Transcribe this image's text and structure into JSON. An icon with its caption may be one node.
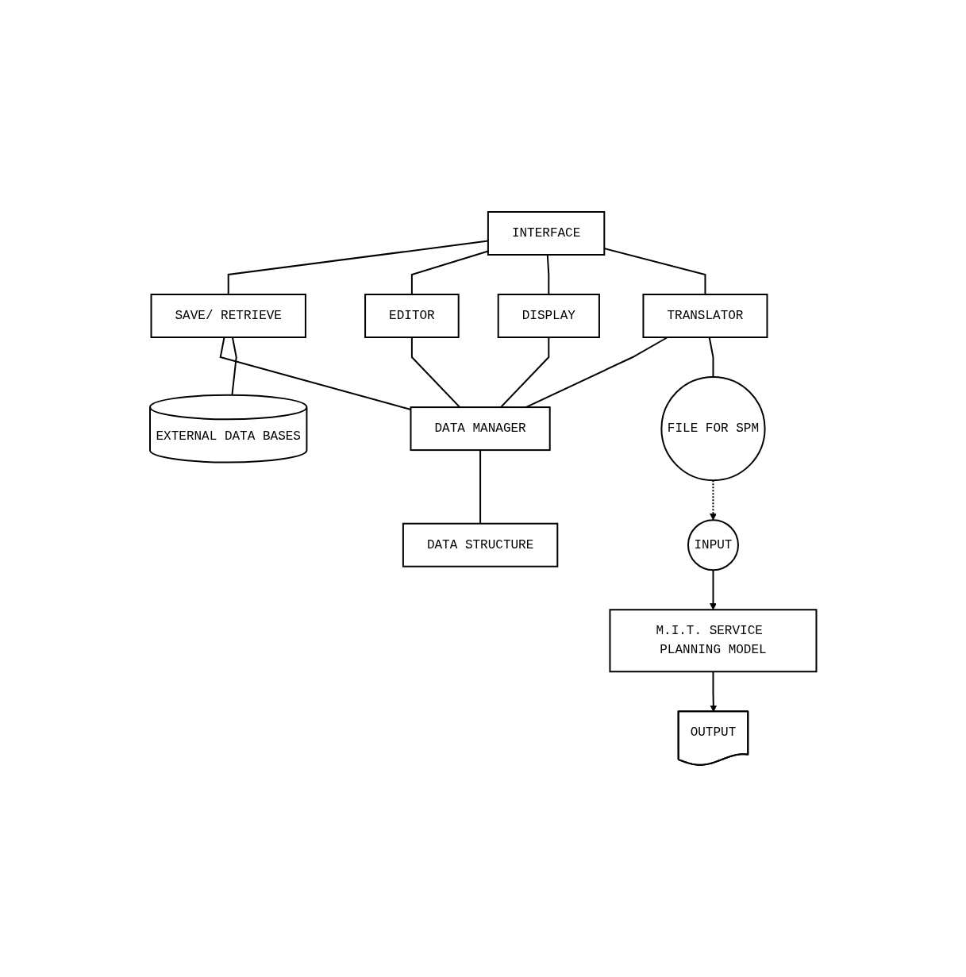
{
  "diagram": {
    "nodes": [
      {
        "text": [
          "INTERFACE"
        ]
      },
      {
        "text": [
          "SAVE/ RETRIEVE"
        ]
      },
      {
        "text": [
          "EDITOR"
        ]
      },
      {
        "text": [
          "DISPLAY"
        ]
      },
      {
        "text": [
          "TRANSLATOR"
        ]
      },
      {
        "text": [
          "DATA MANAGER"
        ]
      },
      {
        "text": [
          "DATA STRUCTURE"
        ]
      },
      {
        "text": [
          "EXTERNAL DATA BASES"
        ]
      },
      {
        "text": [
          "FILE FOR SPM"
        ]
      },
      {
        "text": [
          "INPUT"
        ]
      },
      {
        "text": [
          "M.I.T. SERVICE PLANNING MODEL"
        ]
      },
      {
        "text": [
          "OUTPUT"
        ]
      }
    ],
    "edges": [
      {
        "from": 0,
        "to": 1,
        "arrow": "none"
      },
      {
        "from": 0,
        "to": 2,
        "arrow": "none"
      },
      {
        "from": 0,
        "to": 3,
        "arrow": "none"
      },
      {
        "from": 0,
        "to": 4,
        "arrow": "none"
      },
      {
        "from": 1,
        "to": 5,
        "arrow": "none"
      },
      {
        "from": 2,
        "to": 5,
        "arrow": "none"
      },
      {
        "from": 3,
        "to": 5,
        "arrow": "none"
      },
      {
        "from": 4,
        "to": 5,
        "arrow": "none"
      },
      {
        "from": 5,
        "to": 6,
        "arrow": "none"
      },
      {
        "from": 1,
        "to": 7,
        "arrow": "none"
      },
      {
        "from": 4,
        "to": 8,
        "arrow": "none"
      },
      {
        "from": 8,
        "to": 9,
        "arrow": "to",
        "style": "dashed"
      },
      {
        "from": 9,
        "to": 10,
        "arrow": "to"
      },
      {
        "from": 10,
        "to": 11,
        "arrow": "to"
      }
    ]
  }
}
